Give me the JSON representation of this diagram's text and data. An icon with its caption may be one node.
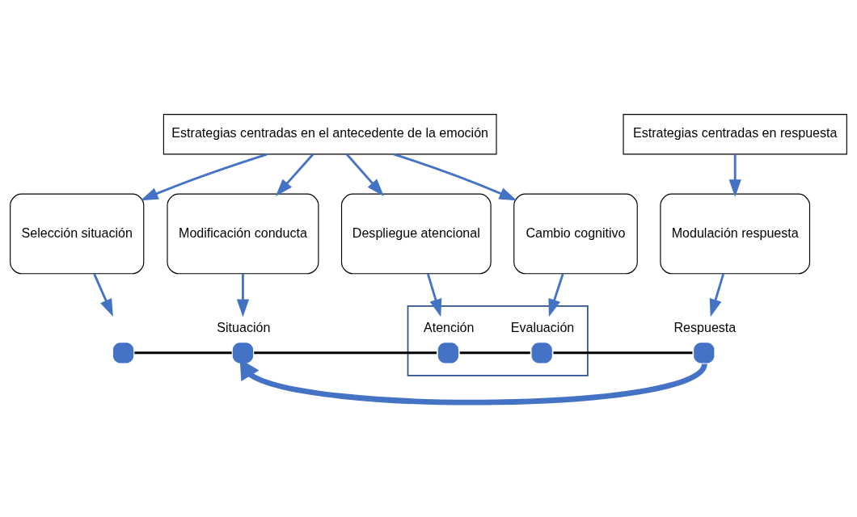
{
  "diagram": {
    "nodes": [
      {
        "text": [
          "Estrategias centradas en el antecedente de la emoción"
        ]
      },
      {
        "text": [
          "Estrategias centradas en respuesta"
        ]
      },
      {
        "text": [
          "Selección situación"
        ]
      },
      {
        "text": [
          "Modificación conducta"
        ]
      },
      {
        "text": [
          "Despliegue atencional"
        ]
      },
      {
        "text": [
          "Cambio cognitivo"
        ]
      },
      {
        "text": [
          "Modulación respuesta"
        ]
      },
      {
        "text": [],
        "shape": "box"
      },
      {
        "text": [],
        "shape": "circle"
      },
      {
        "text": [],
        "shape": "circle",
        "beside": [
          "Situación"
        ]
      },
      {
        "text": [],
        "shape": "circle",
        "in": 7,
        "beside": [
          "Atención"
        ]
      },
      {
        "text": [],
        "shape": "circle",
        "in": 7,
        "beside": [
          "Evaluación"
        ]
      },
      {
        "text": [],
        "shape": "circle",
        "beside": [
          "Respuesta"
        ]
      }
    ],
    "edges": [
      {
        "from": 0,
        "to": 2,
        "arrow": "to"
      },
      {
        "from": 0,
        "to": 3,
        "arrow": "to"
      },
      {
        "from": 0,
        "to": 4,
        "arrow": "to"
      },
      {
        "from": 0,
        "to": 5,
        "arrow": "to"
      },
      {
        "from": 1,
        "to": 6,
        "arrow": "to"
      },
      {
        "from": 2,
        "to": 8,
        "arrow": "to"
      },
      {
        "from": 3,
        "to": 9,
        "arrow": "to"
      },
      {
        "from": 4,
        "to": 10,
        "arrow": "to"
      },
      {
        "from": 5,
        "to": 11,
        "arrow": "to"
      },
      {
        "from": 6,
        "to": 12,
        "arrow": "to"
      },
      {
        "from": 8,
        "to": 9,
        "arrow": "none",
        "color": "#000000"
      },
      {
        "from": 9,
        "to": 10,
        "arrow": "none",
        "color": "#000000"
      },
      {
        "from": 10,
        "to": 11,
        "arrow": "none",
        "color": "#000000"
      },
      {
        "from": 11,
        "to": 12,
        "arrow": "none",
        "color": "#000000"
      },
      {
        "from": 12,
        "to": 9,
        "arrow": "to",
        "style": "thick"
      }
    ]
  }
}
